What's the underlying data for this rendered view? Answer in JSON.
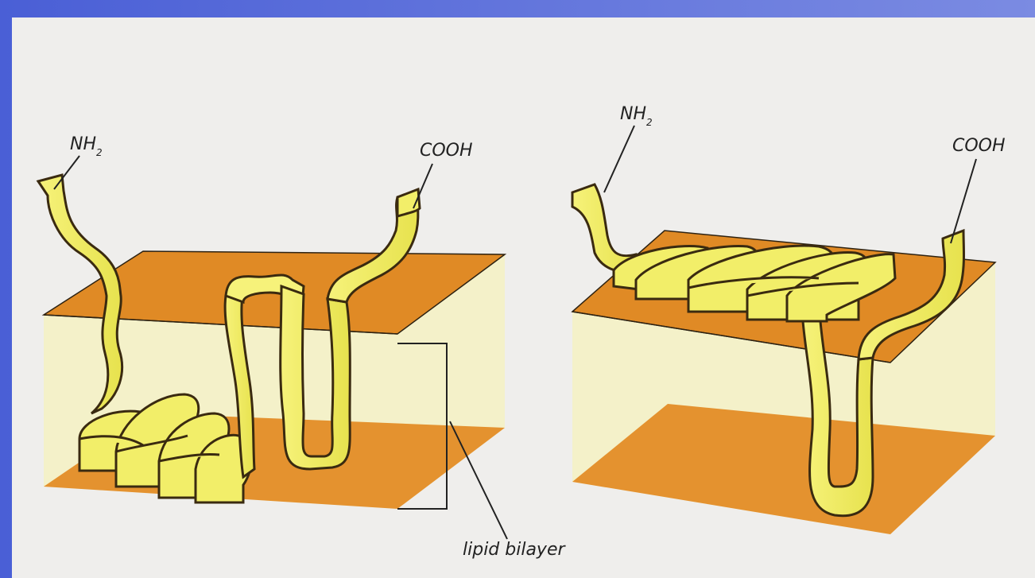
{
  "labels": {
    "left_nh2": "NH",
    "left_nh2_sub": "2",
    "left_cooh": "COOH",
    "right_nh2": "NH",
    "right_nh2_sub": "2",
    "right_cooh": "COOH",
    "lipid_bilayer": "lipid bilayer"
  },
  "colors": {
    "membrane_surface": "#e08a25",
    "bilayer_interior": "#f4f1c9",
    "protein_ribbon": "#f2f06a",
    "protein_edge": "#3a2a10",
    "background": "#efeeec",
    "frame": "#5c6fd0"
  },
  "icons": {
    "protein": "protein-ribbon-icon",
    "membrane": "membrane-slab-icon"
  }
}
